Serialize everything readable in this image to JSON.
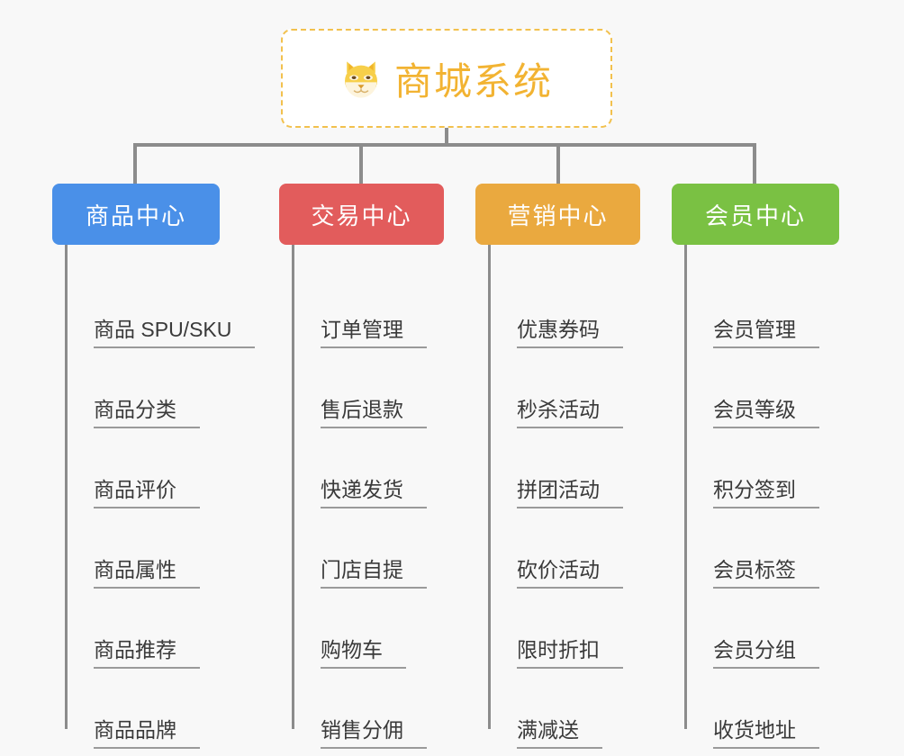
{
  "diagram": {
    "type": "org-chart",
    "background_color": "#f8f8f8",
    "root": {
      "icon": "shiba-dog-face-icon",
      "title": "商城系统",
      "title_color": "#f2b332",
      "border_color": "#f2c14e",
      "fill_color": "#ffffff"
    },
    "connector_color": "#8c8c8c",
    "item_text_color": "#3a3a3a",
    "item_rule_color": "#9a9a9a",
    "columns": [
      {
        "label": "商品中心",
        "color": "#4a90e8",
        "items": [
          "商品 SPU/SKU",
          "商品分类",
          "商品评价",
          "商品属性",
          "商品推荐",
          "商品品牌"
        ]
      },
      {
        "label": "交易中心",
        "color": "#e25c5c",
        "items": [
          "订单管理",
          "售后退款",
          "快递发货",
          "门店自提",
          "购物车",
          "销售分佣"
        ]
      },
      {
        "label": "营销中心",
        "color": "#eaa93f",
        "items": [
          "优惠券码",
          "秒杀活动",
          "拼团活动",
          "砍价活动",
          "限时折扣",
          "满减送"
        ]
      },
      {
        "label": "会员中心",
        "color": "#7ac143",
        "items": [
          "会员管理",
          "会员等级",
          "积分签到",
          "会员标签",
          "会员分组",
          "收货地址"
        ]
      }
    ]
  }
}
